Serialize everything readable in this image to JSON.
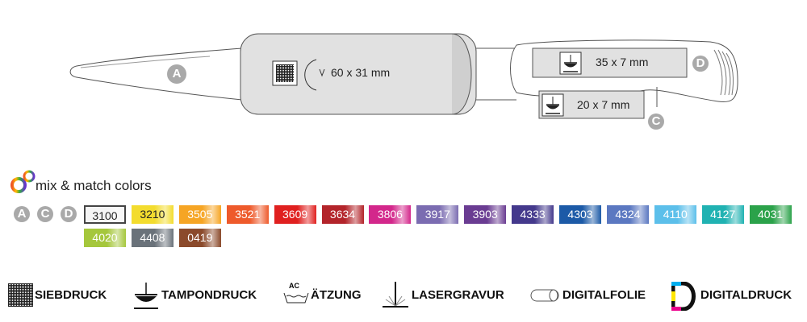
{
  "pen": {
    "label_a": "A",
    "label_c": "C",
    "label_d": "D",
    "area_a": "60 x 31 mm",
    "area_d": "35 x 7 mm",
    "area_c": "20 x 7 mm"
  },
  "mix": {
    "title": "mix & match colors",
    "badges": [
      "A",
      "C",
      "D"
    ],
    "swatches": [
      {
        "code": "3100",
        "color": "#f4f4f4",
        "text": "#222"
      },
      {
        "code": "3210",
        "color": "#f3dc2e",
        "text": "#222"
      },
      {
        "code": "3505",
        "color": "#f6a524",
        "text": "#fff"
      },
      {
        "code": "3521",
        "color": "#ee5a2b",
        "text": "#fff"
      },
      {
        "code": "3609",
        "color": "#e0201f",
        "text": "#fff"
      },
      {
        "code": "3634",
        "color": "#b3242a",
        "text": "#fff"
      },
      {
        "code": "3806",
        "color": "#d3278b",
        "text": "#fff"
      },
      {
        "code": "3917",
        "color": "#7b6cb1",
        "text": "#fff"
      },
      {
        "code": "3903",
        "color": "#6a3c92",
        "text": "#fff"
      },
      {
        "code": "4333",
        "color": "#44398c",
        "text": "#fff"
      },
      {
        "code": "4303",
        "color": "#1c5aa7",
        "text": "#fff"
      },
      {
        "code": "4324",
        "color": "#5b78c1",
        "text": "#fff"
      },
      {
        "code": "4110",
        "color": "#5cbfea",
        "text": "#fff"
      },
      {
        "code": "4127",
        "color": "#20b2b2",
        "text": "#fff"
      },
      {
        "code": "4031",
        "color": "#2ba24a",
        "text": "#fff"
      },
      {
        "code": "4020",
        "color": "#a5c73c",
        "text": "#fff"
      },
      {
        "code": "4408",
        "color": "#6a727a",
        "text": "#fff"
      },
      {
        "code": "0419",
        "color": "#8b4a2b",
        "text": "#fff"
      }
    ]
  },
  "legend": {
    "siebdruck": "SIEBDRUCK",
    "tampondruck": "TAMPONDRUCK",
    "aetzung": "ÄTZUNG",
    "aetzung_icon_text": "AC",
    "lasergravur": "LASERGRAVUR",
    "digitalfolie": "DIGITALFOLIE",
    "digitaldruck": "DIGITALDRUCK"
  }
}
